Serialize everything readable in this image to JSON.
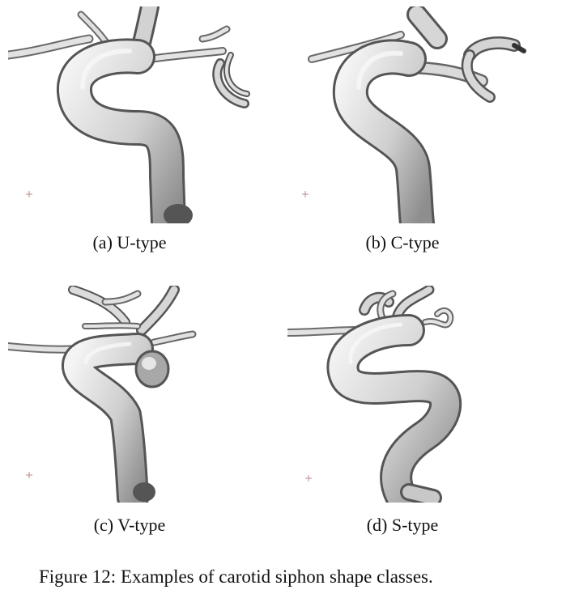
{
  "panels": [
    {
      "caption": "(a) U-type"
    },
    {
      "caption": "(b) C-type"
    },
    {
      "caption": "(c) V-type"
    },
    {
      "caption": "(d) S-type"
    }
  ],
  "figure": {
    "caption": "Figure 12: Examples of carotid siphon shape classes."
  }
}
